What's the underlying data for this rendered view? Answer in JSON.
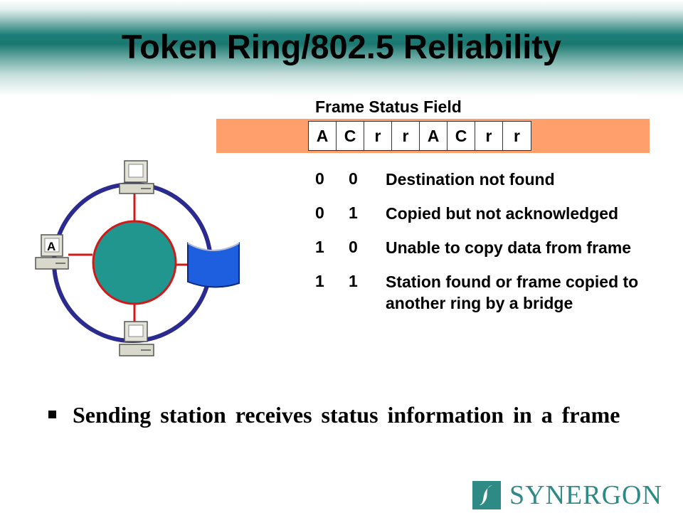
{
  "title": "Token Ring/802.5 Reliability",
  "frame_status": {
    "label": "Frame Status Field",
    "bits": [
      "A",
      "C",
      "r",
      "r",
      "A",
      "C",
      "r",
      "r"
    ]
  },
  "status_codes": [
    {
      "a": "0",
      "c": "0",
      "description": "Destination not found"
    },
    {
      "a": "0",
      "c": "1",
      "description": "Copied but not acknowledged"
    },
    {
      "a": "1",
      "c": "0",
      "description": "Unable to copy data from frame"
    },
    {
      "a": "1",
      "c": "1",
      "description": "Station found or frame copied to another ring by a bridge"
    }
  ],
  "diagram": {
    "station_label": "A"
  },
  "bullet_text": "Sending station receives status information in a frame",
  "logo": {
    "text": "SYNERGON"
  },
  "colors": {
    "title_band": "#1d7e77",
    "frame_bar": "#ff9f6b",
    "ring": "#2a2a8f",
    "hub": "#20968f",
    "hub_border": "#d01a1a",
    "bridge": "#1e5fe0",
    "logo": "#2e8a84"
  }
}
